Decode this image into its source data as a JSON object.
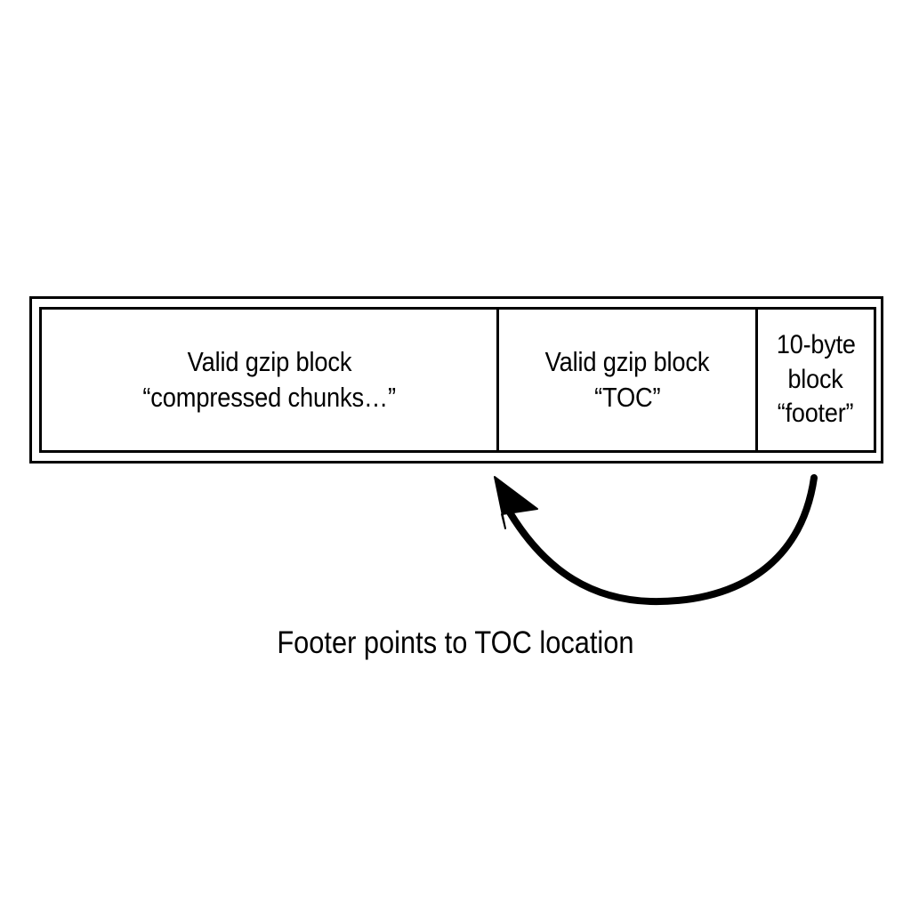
{
  "diagram": {
    "title": "gzip file layout with TOC and footer",
    "background_color": "#ffffff",
    "stroke_color": "#000000"
  },
  "bar": {
    "name": "gzip-file-layout-bar",
    "cells": [
      {
        "id": "compressed-chunks",
        "lines": [
          "Valid gzip block",
          "“compressed chunks…”"
        ]
      },
      {
        "id": "toc",
        "lines": [
          "Valid gzip block",
          "“TOC”"
        ]
      },
      {
        "id": "footer",
        "lines": [
          "10-byte",
          "block",
          "“footer”"
        ]
      }
    ]
  },
  "annotation": {
    "arrow_label": "curved-arrow-footer-to-toc",
    "caption": "Footer points to TOC location"
  }
}
